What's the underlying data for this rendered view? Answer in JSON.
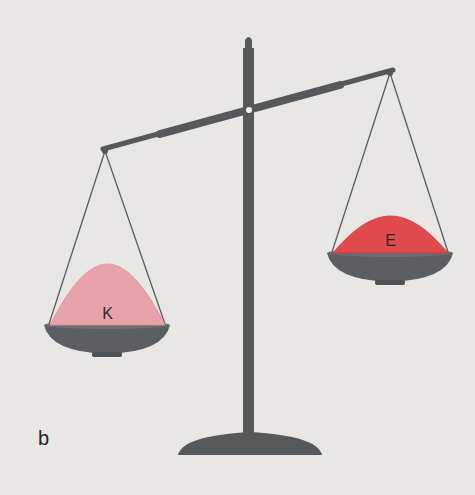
{
  "diagram": {
    "nodes": [
      {
        "text": [
          "K"
        ]
      },
      {
        "text": [
          "E"
        ]
      }
    ],
    "labels": [
      "b"
    ]
  }
}
